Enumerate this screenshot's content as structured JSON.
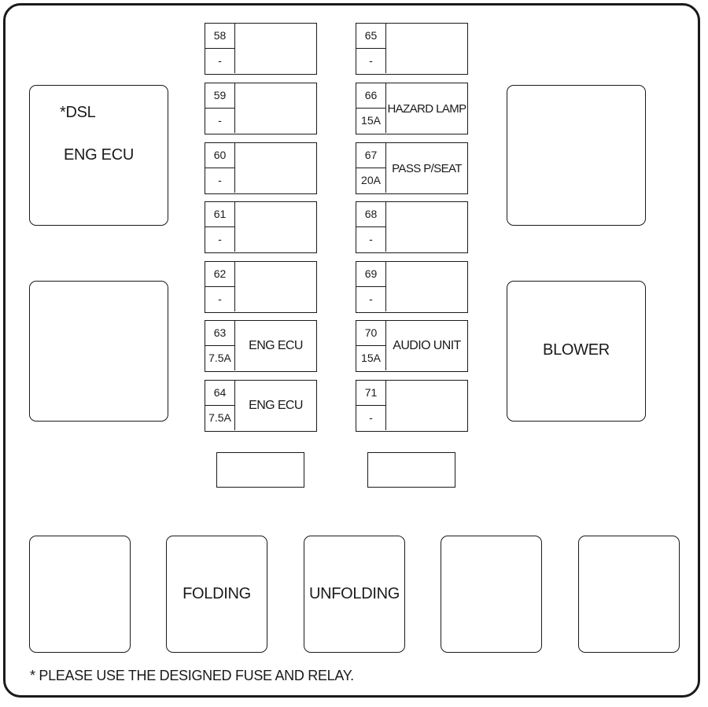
{
  "fuses_left": [
    {
      "number": "58",
      "amperage": "-",
      "label": ""
    },
    {
      "number": "59",
      "amperage": "-",
      "label": ""
    },
    {
      "number": "60",
      "amperage": "-",
      "label": ""
    },
    {
      "number": "61",
      "amperage": "-",
      "label": ""
    },
    {
      "number": "62",
      "amperage": "-",
      "label": ""
    },
    {
      "number": "63",
      "amperage": "7.5A",
      "label": "ENG ECU"
    },
    {
      "number": "64",
      "amperage": "7.5A",
      "label": "ENG ECU"
    }
  ],
  "fuses_right": [
    {
      "number": "65",
      "amperage": "-",
      "label": ""
    },
    {
      "number": "66",
      "amperage": "15A",
      "label": "HAZARD LAMP"
    },
    {
      "number": "67",
      "amperage": "20A",
      "label": "PASS P/SEAT"
    },
    {
      "number": "68",
      "amperage": "-",
      "label": ""
    },
    {
      "number": "69",
      "amperage": "-",
      "label": ""
    },
    {
      "number": "70",
      "amperage": "15A",
      "label": "AUDIO UNIT"
    },
    {
      "number": "71",
      "amperage": "-",
      "label": ""
    }
  ],
  "relays": {
    "top_left": {
      "marker": "*DSL",
      "label": "ENG ECU"
    },
    "mid_left": {
      "label": ""
    },
    "top_right": {
      "label": ""
    },
    "mid_right": {
      "label": "BLOWER"
    },
    "bottom": [
      {
        "label": ""
      },
      {
        "label": "FOLDING"
      },
      {
        "label": "UNFOLDING"
      },
      {
        "label": ""
      },
      {
        "label": ""
      }
    ]
  },
  "note": "* PLEASE USE THE DESIGNED FUSE AND RELAY."
}
